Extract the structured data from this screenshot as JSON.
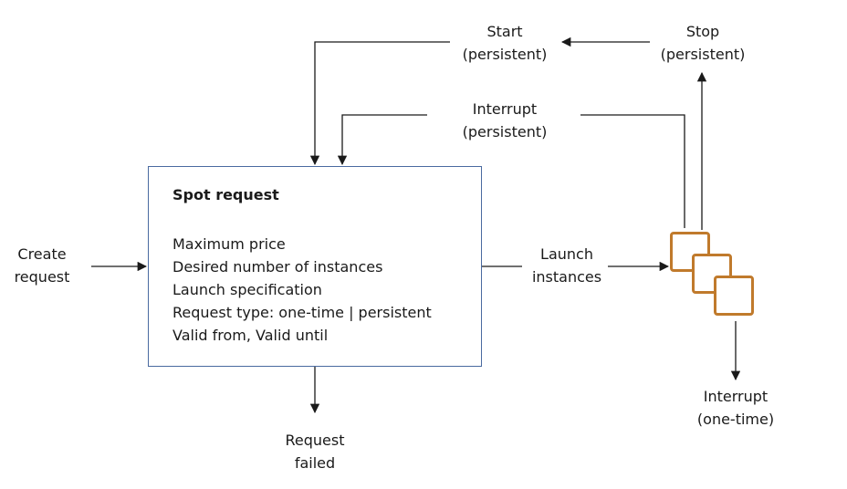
{
  "diagram": {
    "box": {
      "title": "Spot request",
      "attributes": [
        "Maximum price",
        "Desired number of instances",
        "Launch specification",
        "Request type: one-time | persistent",
        "Valid from, Valid until"
      ]
    },
    "labels": {
      "create_request": "Create\nrequest",
      "launch_instances": "Launch\ninstances",
      "request_failed": "Request\nfailed",
      "start_persistent": "Start\n(persistent)",
      "stop_persistent": "Stop\n(persistent)",
      "interrupt_persistent": "Interrupt\n(persistent)",
      "interrupt_one_time": "Interrupt\n(one-time)"
    },
    "colors": {
      "box_border": "#4a6aa0",
      "instance": "#c07a2c",
      "arrow": "#1a1a1a"
    }
  }
}
